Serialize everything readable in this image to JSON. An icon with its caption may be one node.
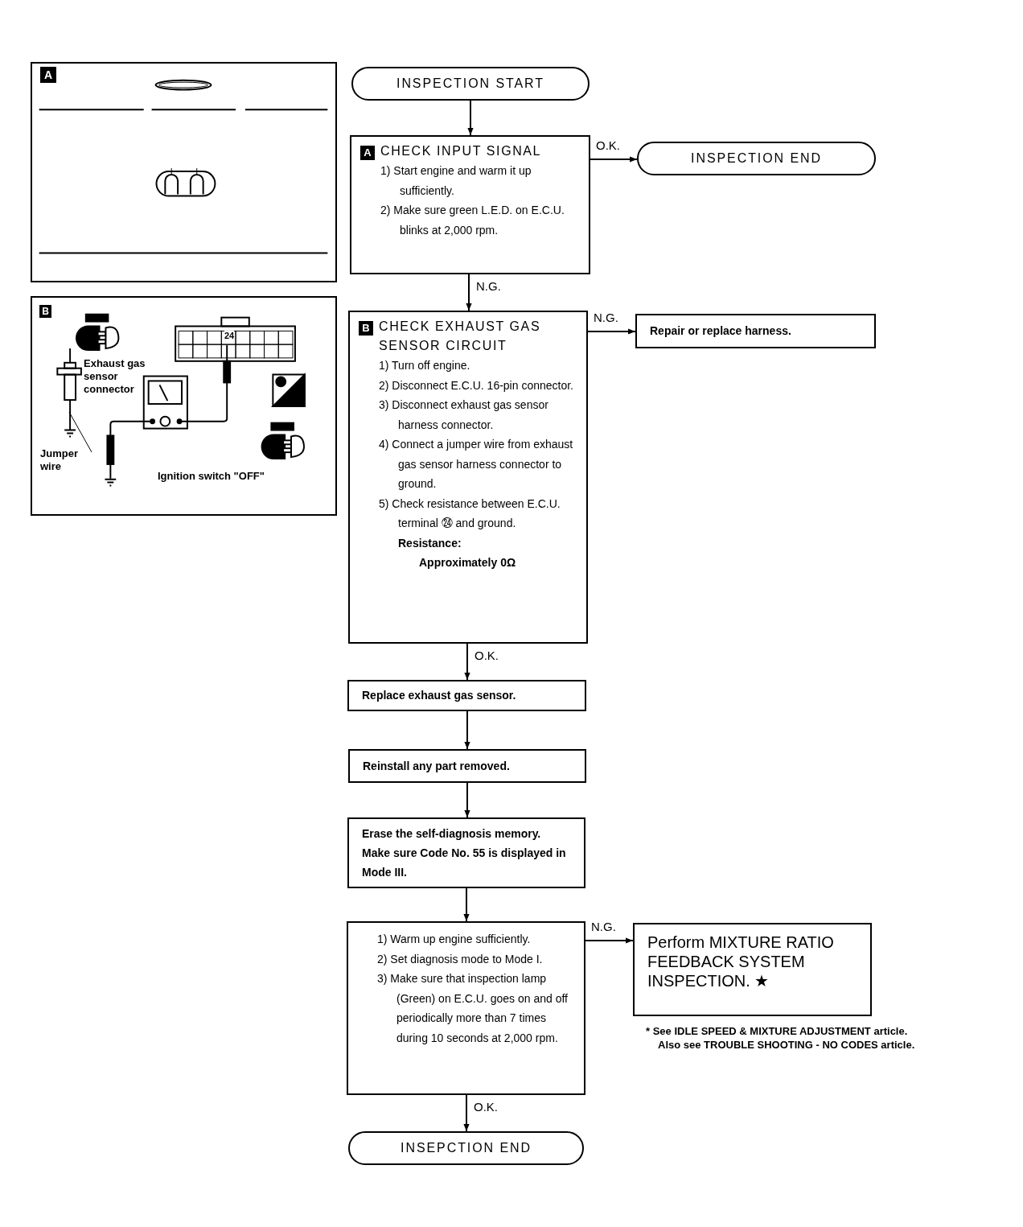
{
  "diagram": {
    "nodes": [
      {
        "text": [
          "A"
        ]
      },
      {
        "text": [
          "B",
          "Exhaust gas sensor connector",
          "24",
          "Ignition switch \"OFF\""
        ]
      },
      {
        "text": [
          "Jumper wire"
        ],
        "in": 1
      },
      {
        "text": [
          "INSPECTION START"
        ]
      },
      {
        "text": [
          "A",
          "CHECK INPUT SIGNAL",
          "1) Start engine and warm it up sufficiently.",
          "2) Make sure green L.E.D. on E.C.U. blinks at 2,000 rpm."
        ]
      },
      {
        "text": [
          "INSPECTION END"
        ]
      },
      {
        "text": [
          "B",
          "CHECK EXHAUST GAS SENSOR CIRCUIT",
          "1) Turn off engine.",
          "2) Disconnect E.C.U. 16-pin connector.",
          "3) Disconnect exhaust gas sensor harness connector.",
          "4) Connect a jumper wire from exhaust gas sensor harness connector to ground.",
          "5) Check resistance between E.C.U. terminal ㉔ and ground.",
          "Resistance:",
          "Approximately 0Ω"
        ]
      },
      {
        "text": [
          "Repair or replace harness."
        ]
      },
      {
        "text": [
          "Replace exhaust gas sensor."
        ]
      },
      {
        "text": [
          "Reinstall any part removed."
        ]
      },
      {
        "text": [
          "Erase the self-diagnosis memory. Make sure Code No. 55 is displayed in Mode III."
        ]
      },
      {
        "text": [
          "1) Warm up engine sufficiently.",
          "2) Set diagnosis mode to Mode I.",
          "3) Make sure that inspection lamp (Green) on E.C.U. goes on and off periodically more than 7 times during 10 seconds at 2,000 rpm."
        ]
      },
      {
        "text": [
          "Perform MIXTURE RATIO FEEDBACK SYSTEM INSPECTION. ★"
        ]
      },
      {
        "text": [
          "INSEPCTION END"
        ]
      }
    ],
    "edges": [
      {
        "from": 3,
        "to": 4,
        "arrow": "to"
      },
      {
        "from": 4,
        "to": 5,
        "arrow": "to",
        "label": "O.K."
      },
      {
        "from": 4,
        "to": 6,
        "arrow": "to",
        "label": "N.G."
      },
      {
        "from": 6,
        "to": 7,
        "arrow": "to",
        "label": "N.G."
      },
      {
        "from": 6,
        "to": 8,
        "arrow": "to",
        "label": "O.K."
      },
      {
        "from": 8,
        "to": 9,
        "arrow": "to"
      },
      {
        "from": 9,
        "to": 10,
        "arrow": "to"
      },
      {
        "from": 10,
        "to": 11,
        "arrow": "to"
      },
      {
        "from": 11,
        "to": 12,
        "arrow": "to",
        "label": "N.G."
      },
      {
        "from": 11,
        "to": 13,
        "arrow": "to",
        "label": "O.K."
      },
      {
        "from": 2,
        "to": null,
        "arrow": "none"
      }
    ],
    "labels": [
      "* See IDLE SPEED & MIXTURE ADJUSTMENT article.",
      "Also see TROUBLE SHOOTING  -  NO CODES article."
    ]
  }
}
